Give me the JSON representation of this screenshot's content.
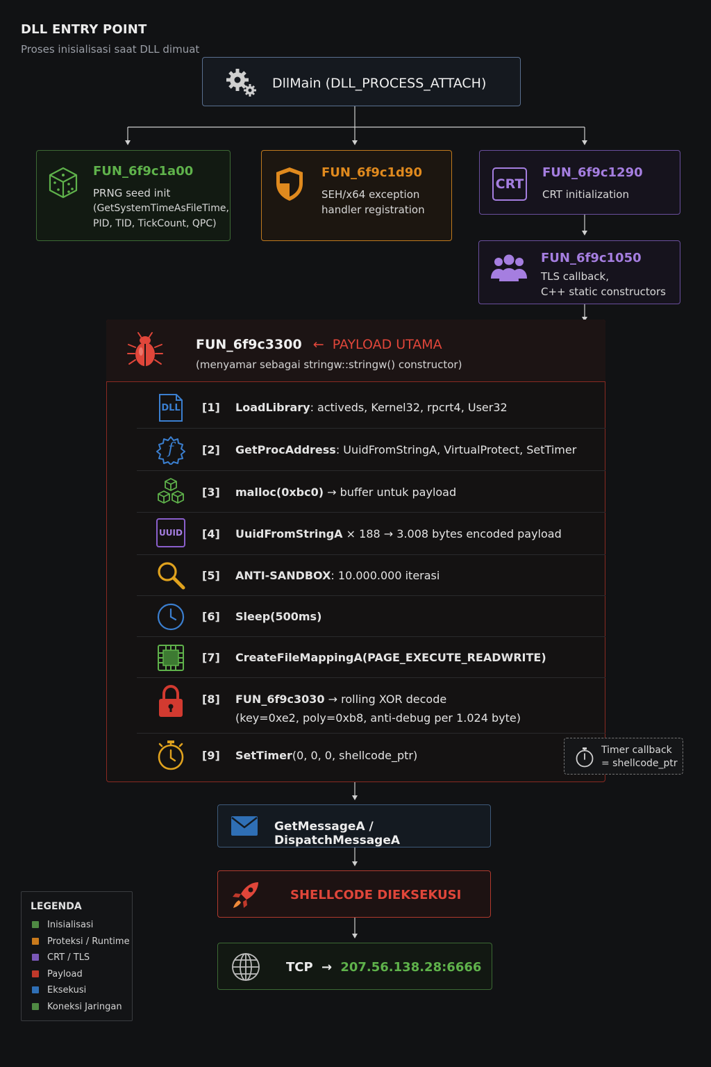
{
  "header": {
    "title": "DLL ENTRY POINT",
    "subtitle": "Proses inisialisasi saat DLL dimuat"
  },
  "root": {
    "label": "DllMain (DLL_PROCESS_ATTACH)",
    "icon": "gears-icon"
  },
  "colors": {
    "green": "#5fb24b",
    "orange": "#e08a1e",
    "purple": "#a57ee0",
    "red": "#e0463a",
    "blue": "#3b7fd0",
    "text": "#e6e6e6"
  },
  "branches": [
    {
      "fn": "FUN_6f9c1a00",
      "desc1": "PRNG seed init",
      "desc2": "(GetSystemTimeAsFileTime,",
      "desc3": "PID, TID, TickCount, QPC)",
      "icon": "dice-icon"
    },
    {
      "fn": "FUN_6f9c1d90",
      "desc1": "SEH/x64 exception",
      "desc2": "handler registration",
      "icon": "shield-icon"
    },
    {
      "fn": "FUN_6f9c1290",
      "desc1": "CRT initialization",
      "icon": "crt-icon",
      "icon_text": "CRT"
    },
    {
      "fn": "FUN_6f9c1050",
      "desc1": "TLS callback,",
      "desc2": "C++ static constructors",
      "icon": "users-icon"
    }
  ],
  "payload": {
    "fn": "FUN_6f9c3300",
    "arrow": "←",
    "tag": "PAYLOAD UTAMA",
    "desc": "(menyamar sebagai stringw::stringw() constructor)",
    "icon": "bug-icon",
    "steps": [
      {
        "idx": "[1]",
        "bold": "LoadLibrary",
        "rest": ": activeds, Kernel32, rpcrt4, User32",
        "icon": "dll-icon",
        "icon_text": "DLL"
      },
      {
        "idx": "[2]",
        "bold": "GetProcAddress",
        "rest": ": UuidFromStringA, VirtualProtect, SetTimer",
        "icon": "function-icon",
        "icon_text": "f"
      },
      {
        "idx": "[3]",
        "bold": "malloc(0xbc0)",
        "rest": " → buffer untuk payload",
        "icon": "cubes-icon"
      },
      {
        "idx": "[4]",
        "bold": "UuidFromStringA",
        "rest": " × 188 → 3.008 bytes encoded payload",
        "icon": "uuid-icon",
        "icon_text": "UUID"
      },
      {
        "idx": "[5]",
        "bold": "ANTI-SANDBOX",
        "rest": ": 10.000.000 iterasi",
        "icon": "magnifier-icon"
      },
      {
        "idx": "[6]",
        "bold": "Sleep(500ms)",
        "rest": "",
        "icon": "clock-icon"
      },
      {
        "idx": "[7]",
        "bold": "CreateFileMappingA(PAGE_EXECUTE_READWRITE)",
        "rest": "",
        "icon": "chip-icon"
      },
      {
        "idx": "[8]",
        "bold": "FUN_6f9c3030",
        "rest": " → rolling XOR decode",
        "rest2": "(key=0xe2, poly=0xb8, anti-debug per 1.024 byte)",
        "icon": "lock-icon"
      },
      {
        "idx": "[9]",
        "bold": "SetTimer",
        "rest": "(0, 0, 0, shellcode_ptr)",
        "icon": "stopwatch-icon"
      }
    ]
  },
  "timer": {
    "line1": "Timer callback",
    "line2": "= shellcode_ptr",
    "icon": "timer-icon"
  },
  "message": {
    "label": "GetMessageA / DispatchMessageA",
    "icon": "envelope-icon"
  },
  "shell": {
    "label": "SHELLCODE DIEKSEKUSI",
    "icon": "rocket-icon"
  },
  "tcp": {
    "prefix": "TCP",
    "arrow": "→",
    "addr": "207.56.138.28:6666",
    "icon": "globe-icon"
  },
  "legend": {
    "title": "LEGENDA",
    "items": [
      {
        "label": "Inisialisasi",
        "color": "#4f8a43"
      },
      {
        "label": "Proteksi / Runtime",
        "color": "#c97a1c"
      },
      {
        "label": "CRT / TLS",
        "color": "#7a58b8"
      },
      {
        "label": "Payload",
        "color": "#c0392b"
      },
      {
        "label": "Eksekusi",
        "color": "#2f6fb5"
      },
      {
        "label": "Koneksi Jaringan",
        "color": "#4f8a43"
      }
    ]
  }
}
